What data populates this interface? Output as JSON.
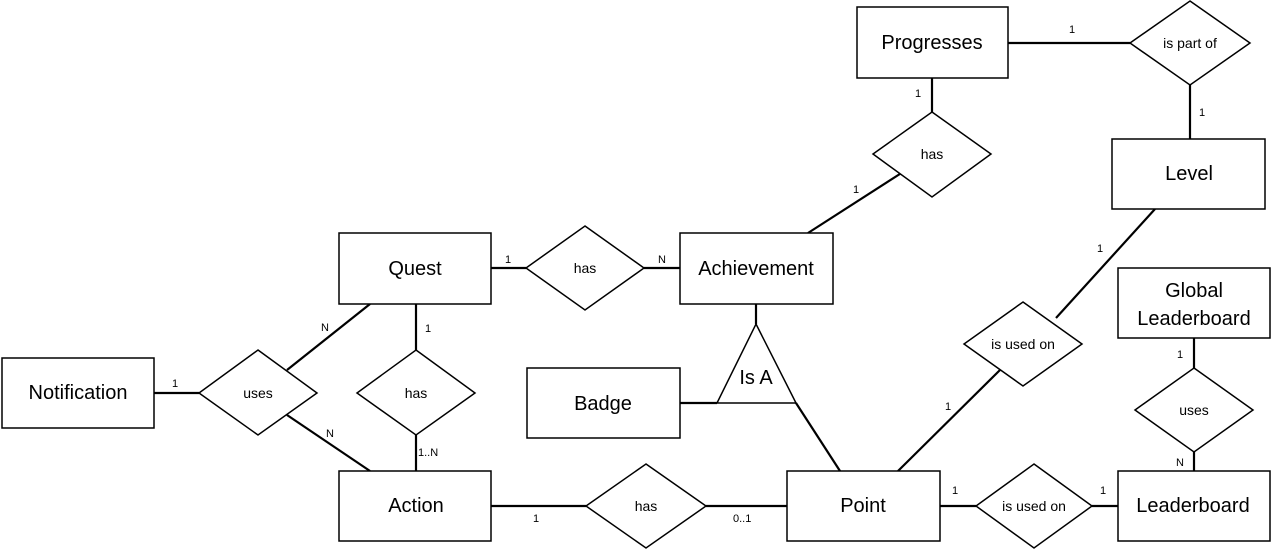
{
  "entities": {
    "progresses": "Progresses",
    "level": "Level",
    "quest": "Quest",
    "achievement": "Achievement",
    "notification": "Notification",
    "badge": "Badge",
    "global_leaderboard_line1": "Global",
    "global_leaderboard_line2": "Leaderboard",
    "action": "Action",
    "point": "Point",
    "leaderboard": "Leaderboard"
  },
  "relationships": {
    "is_part_of": "is part of",
    "progress_has": "has",
    "quest_achievement_has": "has",
    "is_used_on_level": "is used on",
    "uses_notification": "uses",
    "quest_action_has": "has",
    "uses_leaderboard": "uses",
    "action_point_has": "has",
    "is_used_on_leaderboard": "is used on",
    "isa": "Is A"
  },
  "cardinalities": {
    "progresses_ispartof": "1",
    "progresses_has": "1",
    "ispartof_level": "1",
    "has_achievement": "1",
    "quest_has": "1",
    "has_achievement_n": "N",
    "level_isusedon": "1",
    "quest_uses": "N",
    "quest_has_action": "1",
    "notification_uses": "1",
    "global_uses": "1",
    "isusedon_point": "1",
    "uses_action": "N",
    "has_action_1n": "1..N",
    "uses_leaderboard_n": "N",
    "point_isusedon": "1",
    "isusedon_leaderboard": "1",
    "action_has": "1",
    "has_point": "0..1"
  }
}
